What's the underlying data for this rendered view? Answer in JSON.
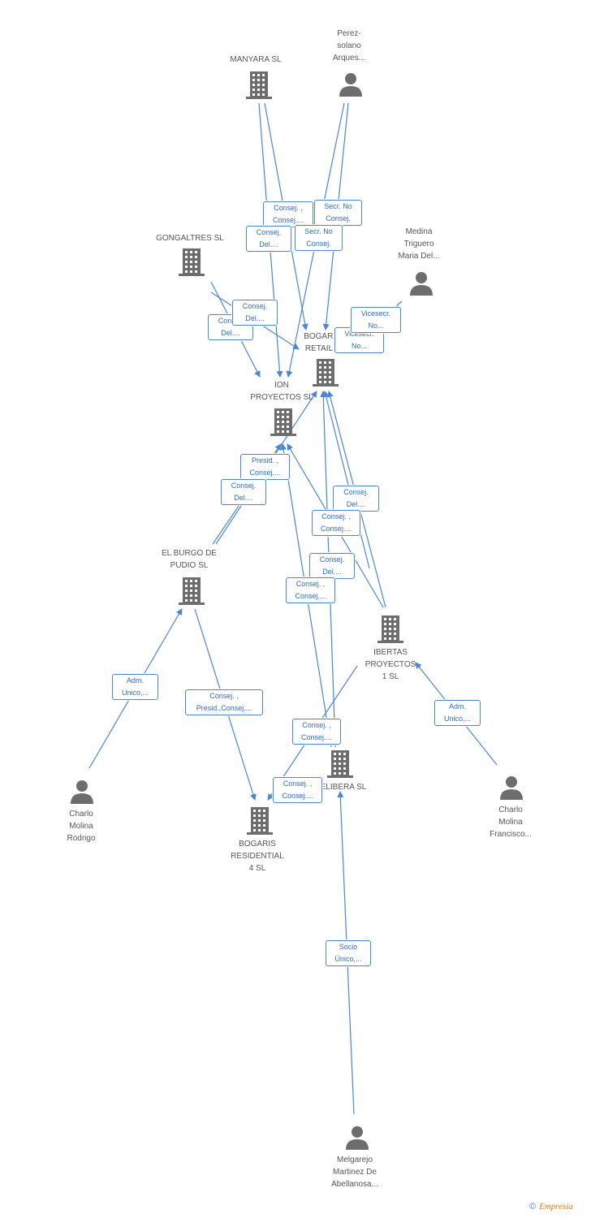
{
  "colors": {
    "edge": "#4a86d4",
    "icon": "#6d6d6d",
    "text": "#555555",
    "label_text": "#2d6cc0"
  },
  "nodes": [
    {
      "id": "manyara",
      "type": "company",
      "label": "MANYARA  SL"
    },
    {
      "id": "perez",
      "type": "person",
      "label": "Perez-\nsolano\nArques..."
    },
    {
      "id": "gongaltres",
      "type": "company",
      "label": "GONGALTRES SL"
    },
    {
      "id": "medina",
      "type": "person",
      "label": "Medina\nTriguero\nMaria Del..."
    },
    {
      "id": "bogaris8",
      "type": "company",
      "label": "BOGARIS\nRETAIL 8"
    },
    {
      "id": "ion",
      "type": "company",
      "label": "ION\nPROYECTOS SL"
    },
    {
      "id": "elburgo",
      "type": "company",
      "label": "EL BURGO DE\nPUDIO SL"
    },
    {
      "id": "ibertas",
      "type": "company",
      "label": "IBERTAS\nPROYECTOS\n1 SL"
    },
    {
      "id": "elibera",
      "type": "company",
      "label": "ELIBERA SL"
    },
    {
      "id": "charlo_r",
      "type": "person",
      "label": "Charlo\nMolina\nRodrigo"
    },
    {
      "id": "bogaris4",
      "type": "company",
      "label": "BOGARIS\nRESIDENTIAL\n4 SL"
    },
    {
      "id": "charlo_f",
      "type": "person",
      "label": "Charlo\nMolina\nFrancisco..."
    },
    {
      "id": "melgarejo",
      "type": "person",
      "label": "Melgarejo\nMartinez De\nAbellanosa..."
    }
  ],
  "edge_labels": [
    "Consej. ,\nConsej....",
    "Secr.  No\nConsej.",
    "Consej.\nDel....",
    "Secr.  No\nConsej.",
    "Consej.\nDel....",
    "Consej.\nDel....",
    "Vicesecr.\nNo...",
    "Vicesecr.\nNo...",
    "Presid. ,\nConsej....",
    "Consej.\nDel....",
    "Consej.\nDel....",
    "Consej. ,\nConsej....",
    "Consej.\nDel....",
    "Consej. ,\nConsej....",
    "Adm.\nUnico,...",
    "Consej. ,\nPresid.,Consej....",
    "Adm.\nUnico,...",
    "Consej. ,\nConsej....",
    "Consej. ,\nConsej....",
    "Socio\nÚnico,..."
  ],
  "brand": {
    "symbol": "©",
    "name": "Empresia"
  }
}
